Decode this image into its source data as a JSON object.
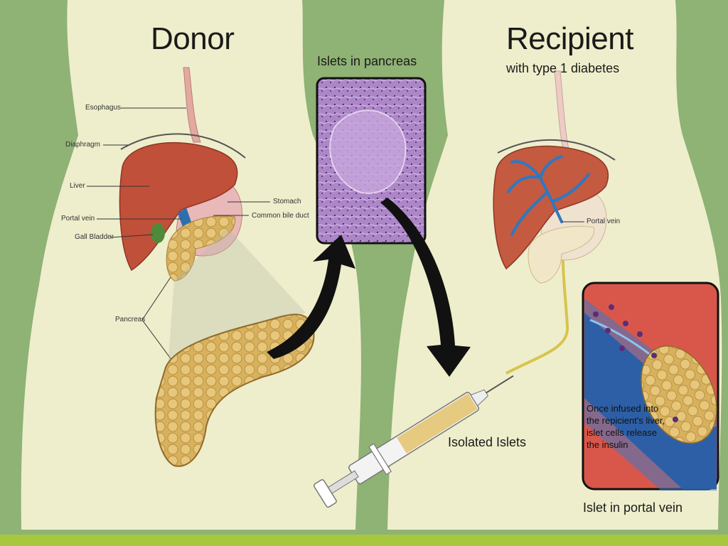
{
  "donor": {
    "title": "Donor",
    "labels": {
      "esophagus": "Esophagus",
      "diaphragm": "Diaphragm",
      "liver": "Liver",
      "portal_vein": "Portal vein",
      "gall_bladder": "Gall Bladder",
      "stomach": "Stomach",
      "common_bile_duct": "Common bile duct",
      "pancreas": "Pancreas"
    }
  },
  "center": {
    "islets_in_pancreas": "Islets in pancreas",
    "isolated_islets": "Isolated Islets"
  },
  "recipient": {
    "title": "Recipient",
    "subtitle": "with type 1 diabetes",
    "portal_vein": "Portal vein",
    "inset_text": "Once infused into the repicient's liver, islet cells release the insulin",
    "inset_caption": "Islet in portal vein"
  },
  "colors": {
    "background": "#8fb275",
    "body": "#eeeecc",
    "liver": "#c0503a",
    "pancreas": "#d9b665",
    "histology": "#b08ccc",
    "vessel": "#d9574a"
  }
}
